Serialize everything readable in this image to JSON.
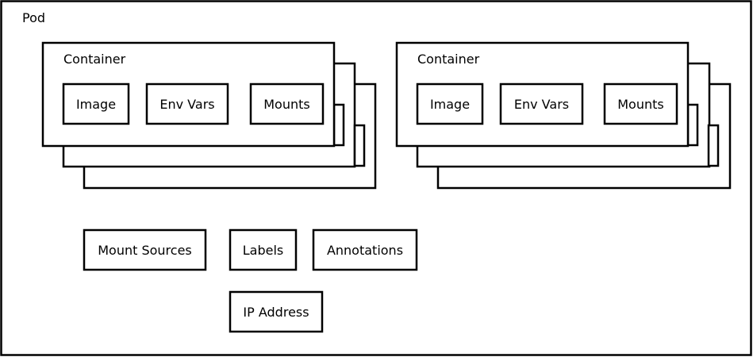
{
  "pod": {
    "label": "Pod",
    "containers": [
      {
        "label": "Container",
        "items": [
          "Image",
          "Env Vars",
          "Mounts"
        ]
      },
      {
        "label": "Container",
        "items": [
          "Image",
          "Env Vars",
          "Mounts"
        ]
      }
    ],
    "resources": {
      "mount_sources": "Mount Sources",
      "labels": "Labels",
      "annotations": "Annotations",
      "ip_address": "IP Address"
    }
  },
  "colors": {
    "stroke": "#000000",
    "fill": "#ffffff"
  }
}
